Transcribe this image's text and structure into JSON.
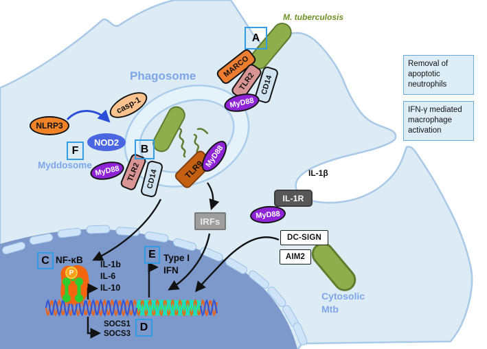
{
  "bacteria": {
    "species_label": "M. tuberculosis",
    "cytosolic_label_line1": "Cytosolic",
    "cytosolic_label_line2": "Mtb"
  },
  "organelles": {
    "phagosome": "Phagosome",
    "myddosome": "Myddosome"
  },
  "letters": {
    "a": "A",
    "b": "B",
    "c": "C",
    "d": "D",
    "e": "E",
    "f": "F"
  },
  "receptors": {
    "marco": "MARCO",
    "tlr2": "TLR2",
    "cd14": "CD14",
    "myd88": "MyD88",
    "tlr9": "TLR9",
    "il1r": "IL-1R",
    "dc_sign": "DC-SIGN",
    "aim2": "AIM2",
    "nod2": "NOD2",
    "nlrp3": "NLRP3",
    "casp1": "casp-1"
  },
  "signaling": {
    "nfkb": "NF-κB",
    "irfs": "IRFs",
    "phospho": "P",
    "il1b_secreted": "IL-1β"
  },
  "outputs": {
    "cytokines": [
      "IL-1b",
      "IL-6",
      "IL-10"
    ],
    "socs": [
      "SOCS1",
      "SOCS3"
    ],
    "type1_ifn_line1": "Type I",
    "type1_ifn_line2": "IFN"
  },
  "info_boxes": [
    "Removal of apoptotic neutrophils",
    "IFN-γ mediated macrophage activation"
  ],
  "colors": {
    "cell": "#dcebf4",
    "membrane": "#a9c9e9",
    "nucleus": "#7d98ca",
    "nuclear_dash": "#cfe4f8",
    "nuclear_dash_border": "#9cc2e8",
    "phagosome_ring": "#abcdec",
    "bacteria_green": "#8fae4b",
    "bacteria_border": "#5d7b30",
    "marco_orange": "#ed7d31",
    "tlr2_pink": "#d99594",
    "cd14_blue": "#cfe3f1",
    "myd88_purple": "#8f23d6",
    "tlr9_orange": "#c55f11",
    "nlrp3_orange": "#f08228",
    "casp1_peach": "#fbc28d",
    "nod2_blue": "#4a66e0",
    "il1r_gray": "#575757",
    "irfs_gray": "#9e9e9e",
    "dna_orange": "#e8641c",
    "dna_blue": "#3056d8",
    "dna_teal": "#19e0d0",
    "dna_green": "#2ee87c",
    "label_blue": "#7ea6e8",
    "mtb_label_green": "#6e9027",
    "letter_box_border": "#2f9ce3",
    "info_box_bg": "#dcedf8",
    "info_box_border": "#68a8d8",
    "arrow_black": "#121212",
    "arrow_blue": "#2b4fd8",
    "nfkb_orange": "#f4650f",
    "nfkb_green": "#2ecc2e",
    "phospho_orange": "#ff9e1b"
  }
}
